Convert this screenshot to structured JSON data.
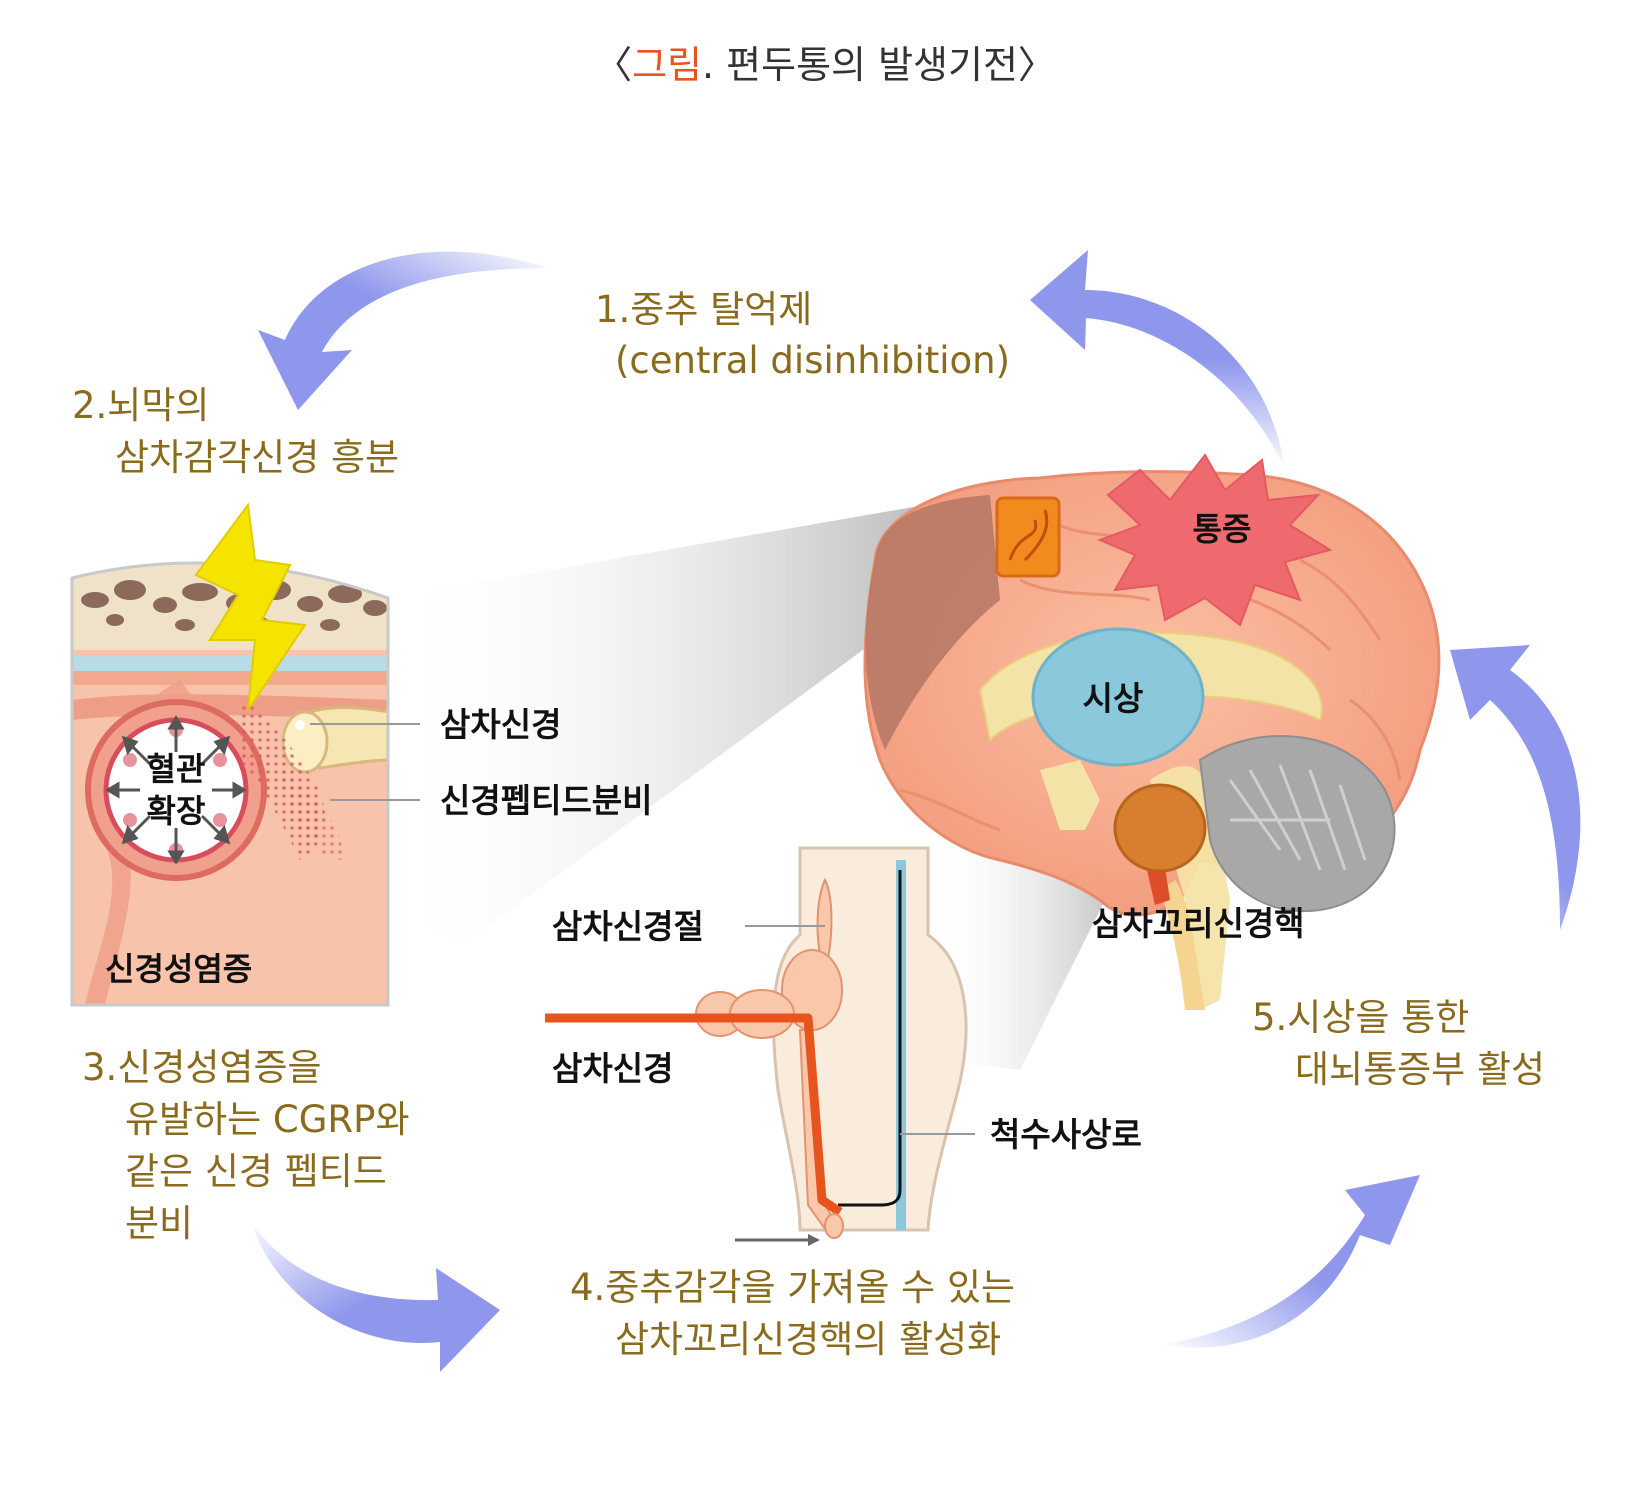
{
  "figure": {
    "title_bracket_open": "〈",
    "title_highlight": "그림",
    "title_text": ". 편두통의 발생기전",
    "title_bracket_close": "〉"
  },
  "steps": {
    "step1_line1": "1.중추 탈억제",
    "step1_line2": "(central disinhibition)",
    "step2_line1": "2.뇌막의",
    "step2_line2": "삼차감각신경 흥분",
    "step3_line1": "3.신경성염증을",
    "step3_line2": "유발하는 CGRP와",
    "step3_line3": "같은 신경 펩티드",
    "step3_line4": "분비",
    "step4_line1": "4.중추감각을 가져올 수 있는",
    "step4_line2": "삼차꼬리신경핵의 활성화",
    "step5_line1": "5.시상을 통한",
    "step5_line2": "대뇌통증부 활성"
  },
  "labels": {
    "trigeminal_nerve": "삼차신경",
    "neuropeptide_release": "신경펩티드분비",
    "vasodilation_line1": "혈관",
    "vasodilation_line2": "확장",
    "neurogenic_inflammation": "신경성염증",
    "trigeminal_ganglion": "삼차신경절",
    "trigeminal_nerve_2": "삼차신경",
    "spinothalamic_tract": "척수사상로",
    "trigeminal_nucleus_caudalis": "삼차꼬리신경핵",
    "thalamus": "시상",
    "pain": "통증"
  },
  "colors": {
    "step_text": "#8a6b1d",
    "title_accent": "#e8541d",
    "cycle_arrow": "#8e97ec",
    "brain_pink": "#f6a98a",
    "thalamus_blue": "#8cc8dc",
    "pain_burst": "#ef6a6e",
    "nerve_orange": "#e8541d",
    "bolt_yellow": "#f5e400"
  }
}
